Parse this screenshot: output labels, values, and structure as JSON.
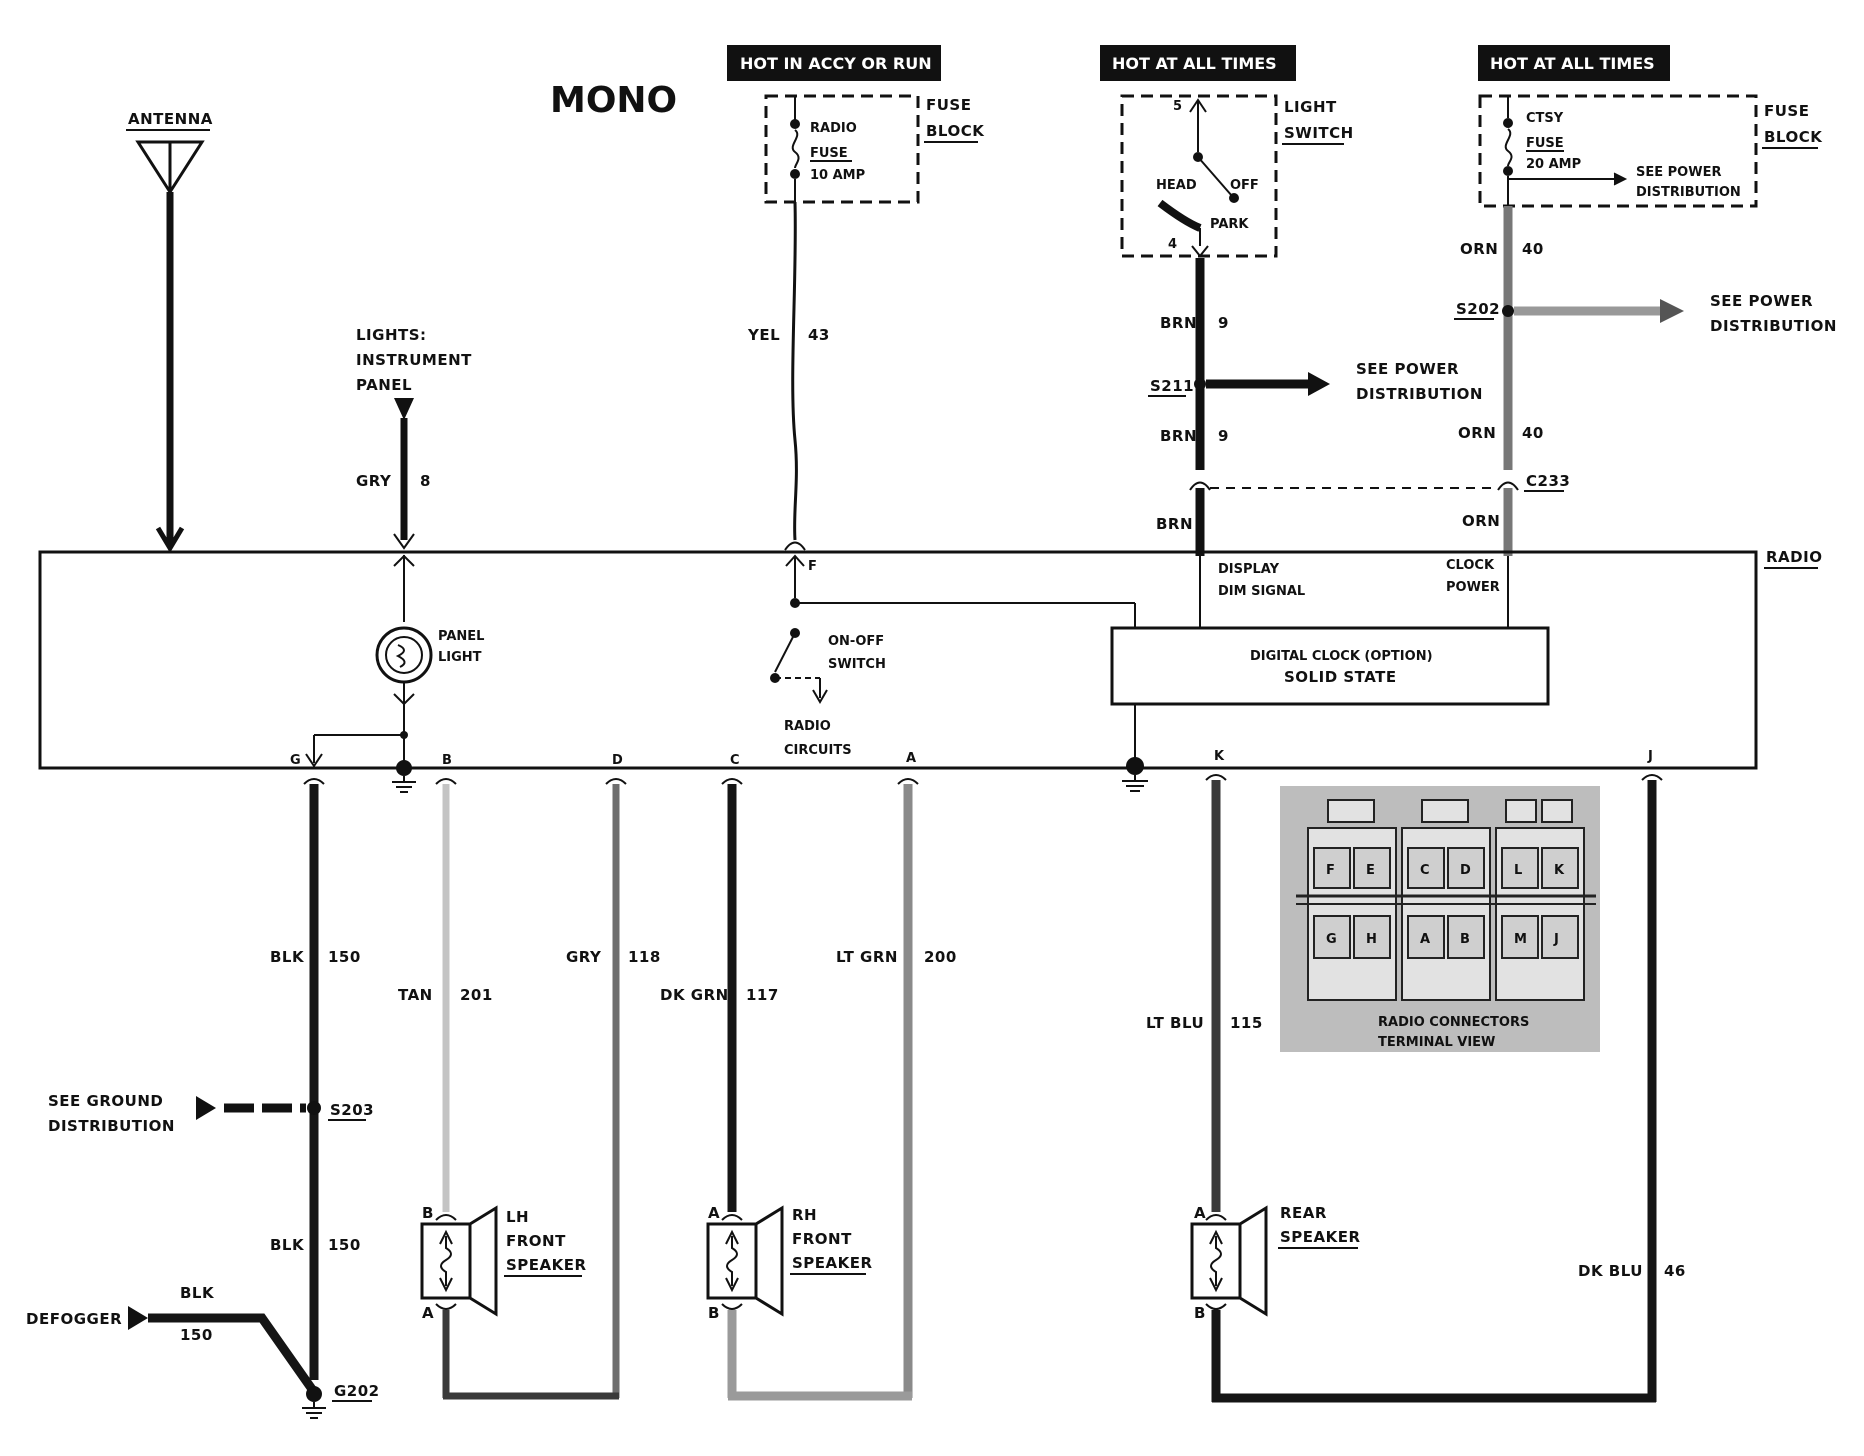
{
  "title": "MONO",
  "headers": {
    "accy": "HOT IN ACCY OR RUN",
    "hot1": "HOT AT ALL TIMES",
    "hot2": "HOT AT ALL TIMES"
  },
  "fuse_block_radio": {
    "label_1": "FUSE",
    "label_2": "BLOCK",
    "fuse_1": "RADIO",
    "fuse_2": "FUSE",
    "rating": "10 AMP"
  },
  "light_switch": {
    "label_1": "LIGHT",
    "label_2": "SWITCH",
    "pin_top": "5",
    "pin_bottom": "4",
    "head": "HEAD",
    "off": "OFF",
    "park": "PARK"
  },
  "fuse_block_ctsy": {
    "label_1": "FUSE",
    "label_2": "BLOCK",
    "fuse_1": "CTSY",
    "fuse_2": "FUSE",
    "rating": "20 AMP",
    "see_1": "SEE POWER",
    "see_2": "DISTRIBUTION"
  },
  "antenna": "ANTENNA",
  "lights_ref": {
    "line_1": "LIGHTS:",
    "line_2": "INSTRUMENT",
    "line_3": "PANEL"
  },
  "wires_top": {
    "gry_color": "GRY",
    "gry_num": "8",
    "yel_color": "YEL",
    "yel_num": "43",
    "brn_color_1": "BRN",
    "brn_num_1": "9",
    "brn_color_2": "BRN",
    "brn_num_2": "9",
    "brn_color_3": "BRN",
    "orn_color_1": "ORN",
    "orn_num_1": "40",
    "orn_color_2": "ORN",
    "orn_num_2": "40",
    "orn_color_3": "ORN"
  },
  "splices": {
    "s211": "S211",
    "s211_see_1": "SEE POWER",
    "s211_see_2": "DISTRIBUTION",
    "s202": "S202",
    "s202_see_1": "SEE POWER",
    "s202_see_2": "DISTRIBUTION",
    "c233": "C233",
    "s203": "S203",
    "s203_see_1": "SEE GROUND",
    "s203_see_2": "DISTRIBUTION",
    "g202": "G202"
  },
  "radio": {
    "label": "RADIO",
    "panel_light_1": "PANEL",
    "panel_light_2": "LIGHT",
    "switch_1": "ON-OFF",
    "switch_2": "SWITCH",
    "circuits_1": "RADIO",
    "circuits_2": "CIRCUITS",
    "display_1": "DISPLAY",
    "display_2": "DIM SIGNAL",
    "clock_1": "CLOCK",
    "clock_2": "POWER",
    "clock_box_1": "DIGITAL CLOCK (OPTION)",
    "clock_box_2": "SOLID STATE",
    "pin_f": "F",
    "pin_g": "G",
    "pin_b": "B",
    "pin_d": "D",
    "pin_c": "C",
    "pin_a": "A",
    "pin_k": "K",
    "pin_j": "J"
  },
  "wires_bottom": {
    "blk_1_color": "BLK",
    "blk_1_num": "150",
    "tan_color": "TAN",
    "tan_num": "201",
    "gry_color": "GRY",
    "gry_num": "118",
    "dkgrn_color": "DK GRN",
    "dkgrn_num": "117",
    "ltgrn_color": "LT GRN",
    "ltgrn_num": "200",
    "ltblu_color": "LT BLU",
    "ltblu_num": "115",
    "dkblu_color": "DK BLU",
    "dkblu_num": "46",
    "blk_2_color": "BLK",
    "blk_2_num": "150",
    "blk_3_color": "BLK",
    "blk_3_num": "150"
  },
  "defogger": "DEFOGGER",
  "speakers": {
    "lh_1": "LH",
    "lh_2": "FRONT",
    "lh_3": "SPEAKER",
    "lh_pin_top": "B",
    "lh_pin_bottom": "A",
    "rh_1": "RH",
    "rh_2": "FRONT",
    "rh_3": "SPEAKER",
    "rh_pin_top": "A",
    "rh_pin_bottom": "B",
    "rear_1": "REAR",
    "rear_2": "SPEAKER",
    "rear_pin_top": "A",
    "rear_pin_bottom": "B"
  },
  "connector_view": {
    "caption_1": "RADIO CONNECTORS",
    "caption_2": "TERMINAL VIEW",
    "pin_f": "F",
    "pin_e": "E",
    "pin_c": "C",
    "pin_d": "D",
    "pin_l": "L",
    "pin_k": "K",
    "pin_g": "G",
    "pin_h": "H",
    "pin_a": "A",
    "pin_b": "B",
    "pin_m": "M",
    "pin_j": "J"
  },
  "colors": {
    "ink": "#111111",
    "wire_black": "#151515",
    "wire_dark": "#3a3a3a",
    "wire_gray": "#6e6e6e",
    "wire_light": "#9a9a9a",
    "wire_tan": "#c4c4c4",
    "connector_bg": "#bdbdbd"
  }
}
